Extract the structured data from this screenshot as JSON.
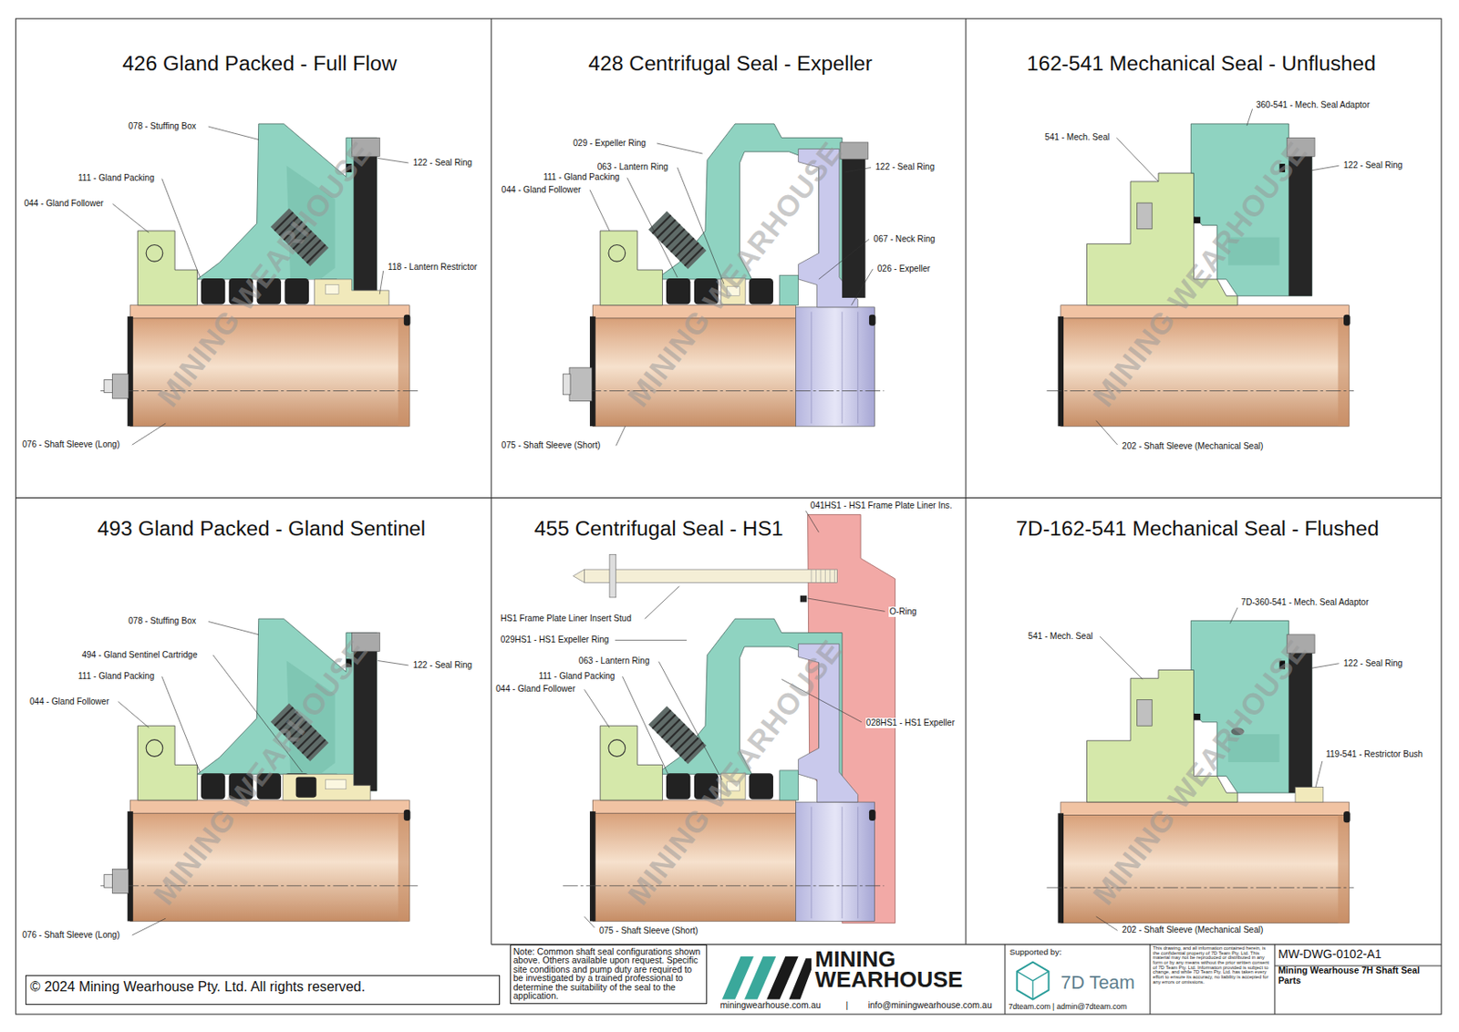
{
  "diagram": {
    "nodes": [
      {
        "text": [
          "426 Gland Packed - Full Flow"
        ]
      },
      {
        "text": [
          "428 Centrifugal Seal - Expeller"
        ]
      },
      {
        "text": [
          "162-541 Mechanical Seal - Unflushed"
        ]
      },
      {
        "text": [
          "493 Gland Packed - Gland Sentinel"
        ]
      },
      {
        "text": [
          "455 Centrifugal Seal - HS1"
        ]
      },
      {
        "text": [
          "7D-162-541 Mechanical Seal - Flushed"
        ]
      },
      {
        "text": [
          "© 2024 Mining Wearhouse Pty. Ltd. All rights reserved."
        ]
      },
      {
        "text": [
          "Note: Common shaft seal configurations shown above. Others available upon request. Specific site conditions and pump duty are required to be investigated by a trained professional to determine the suitability of the seal to the application."
        ]
      },
      {
        "text": [
          "MW-DWG-0102-A1",
          "Mining Wearhouse 7H Shaft Seal Parts"
        ]
      }
    ],
    "labels": [
      "078 - Stuffing Box",
      "111 - Gland Packing",
      "044 - Gland Follower",
      "122 - Seal Ring",
      "118 - Lantern Restrictor",
      "076 - Shaft Sleeve (Long)",
      "029 - Expeller Ring",
      "063 - Lantern Ring",
      "111 - Gland Packing",
      "044 - Gland Follower",
      "122 - Seal Ring",
      "067 - Neck Ring",
      "026 - Expeller",
      "075 - Shaft Sleeve (Short)",
      "360-541 - Mech. Seal Adaptor",
      "541 - Mech. Seal",
      "122 - Seal Ring",
      "202 - Shaft Sleeve (Mechanical Seal)",
      "078 - Stuffing Box",
      "494 - Gland Sentinel Cartridge",
      "111 - Gland Packing",
      "044 - Gland Follower",
      "122 - Seal Ring",
      "076 - Shaft Sleeve (Long)",
      "041HS1 - HS1 Frame Plate Liner Ins.",
      "HS1 Frame Plate Liner Insert Stud",
      "O-Ring",
      "029HS1 - HS1 Expeller Ring",
      "063 - Lantern Ring",
      "111 - Gland Packing",
      "044 - Gland Follower",
      "028HS1 - HS1 Expeller",
      "075 - Shaft Sleeve (Short)",
      "7D-360-541 - Mech. Seal Adaptor",
      "541 - Mech. Seal",
      "122 - Seal Ring",
      "119-541 - Restrictor Bush",
      "202 - Shaft Sleeve (Mechanical Seal)",
      "MINING WEARHOUSE",
      "MINING WEARHOUSE",
      "MINING WEARHOUSE",
      "MINING WEARHOUSE",
      "MINING WEARHOUSE",
      "MINING WEARHOUSE",
      "MINING WEARHOUSE",
      "miningwearhouse.com.au",
      "|",
      "info@miningwearhouse.com.au",
      "Supported by:",
      "7D Team",
      "7dteam.com | admin@7dteam.com",
      "This drawing, and all information contained herein, is the confidential property of 7D Team Pty. Ltd. This material may not be reproduced or distributed in any form or by any means without the prior written consent of 7D Team Pty. Ltd. Information provided is subject to change, and while 7D Team Pty. Ltd. has taken every effort to ensure its accuracy, no liability is accepted for any errors or omissions."
    ]
  }
}
